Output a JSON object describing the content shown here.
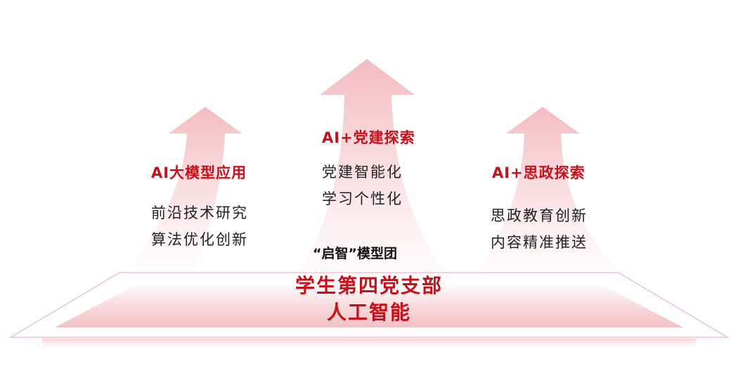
{
  "columns": [
    {
      "title": "AI大模型应用",
      "lines": [
        "前沿技术研究",
        "算法优化创新"
      ]
    },
    {
      "title": "AI+党建探索",
      "lines": [
        "党建智能化",
        "学习个性化"
      ]
    },
    {
      "title": "AI+思政探索",
      "lines": [
        "思政教育创新",
        "内容精准推送"
      ]
    }
  ],
  "team_label": "“启智”模型团",
  "org": {
    "line1": "学生第四党支部",
    "line2": "人工智能"
  },
  "colors": {
    "accent": "#c8101a",
    "arrow_fill": "#f4c4c8",
    "base_fill": "#f7d4d7"
  }
}
